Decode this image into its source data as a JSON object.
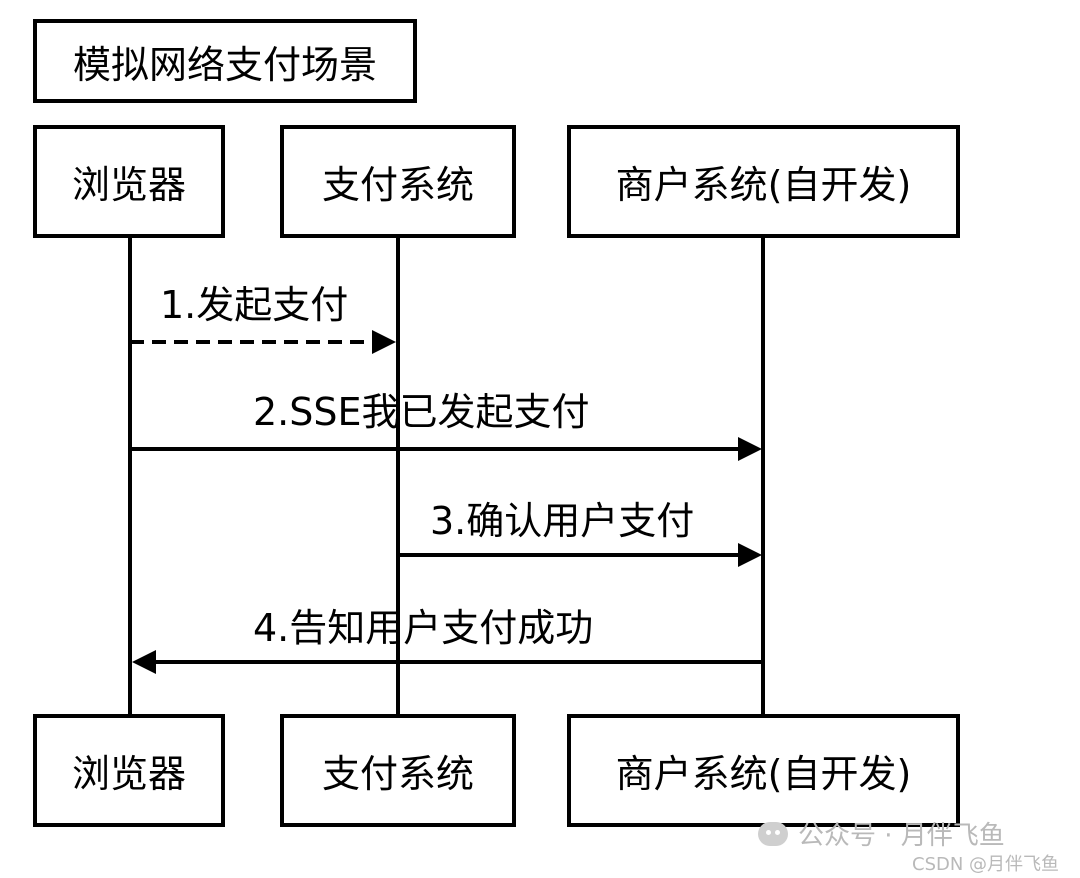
{
  "title": "模拟网络支付场景",
  "participants": [
    {
      "id": "browser",
      "label": "浏览器"
    },
    {
      "id": "payment",
      "label": "支付系统"
    },
    {
      "id": "merchant",
      "label": "商户系统(自开发)"
    }
  ],
  "messages": [
    {
      "label": "1.发起支付",
      "from": "browser",
      "to": "payment",
      "style": "dashed"
    },
    {
      "label": "2.SSE我已发起支付",
      "from": "browser",
      "to": "merchant",
      "style": "solid"
    },
    {
      "label": "3.确认用户支付",
      "from": "payment",
      "to": "merchant",
      "style": "solid"
    },
    {
      "label": "4.告知用户支付成功",
      "from": "merchant",
      "to": "browser",
      "style": "solid"
    }
  ],
  "watermark": {
    "main": "公众号 · 月伴飞鱼",
    "csdn": "CSDN @月伴飞鱼"
  }
}
